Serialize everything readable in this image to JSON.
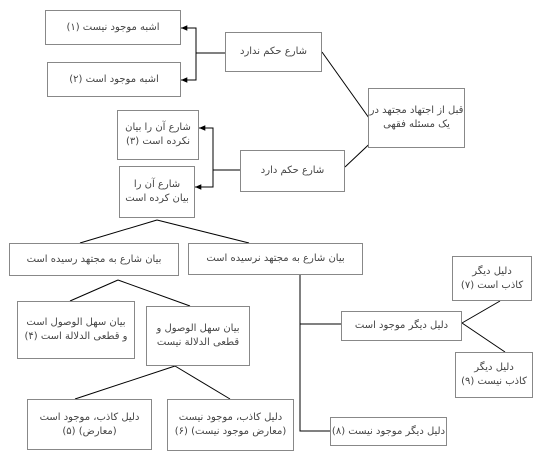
{
  "nodes": {
    "n_root": {
      "lines": [
        "قبل از اجتهاد مجتهد در",
        "یک مسئله فقهی"
      ]
    },
    "n_nohokm": {
      "lines": [
        "شارع حکم ندارد"
      ]
    },
    "n_hokm": {
      "lines": [
        "شارع حکم دارد"
      ]
    },
    "n_1": {
      "lines": [
        "اشبه موجود نیست (۱)"
      ]
    },
    "n_2": {
      "lines": [
        "اشبه موجود است (۲)"
      ]
    },
    "n_3": {
      "lines": [
        "شارع آن را بیان",
        "نکرده است (۳)"
      ]
    },
    "n_bayan": {
      "lines": [
        "شارع آن را",
        "بیان کرده است"
      ]
    },
    "n_rasideh": {
      "lines": [
        "بیان شارع به مجتهد رسیده است"
      ]
    },
    "n_narasideh": {
      "lines": [
        "بیان شارع به مجتهد نرسیده است"
      ]
    },
    "n_4": {
      "lines": [
        "بیان سهل الوصول است",
        "و قطعی الدلالة است (۴)"
      ]
    },
    "n_notsahl": {
      "lines": [
        "بیان سهل الوصول و",
        "قطعی الدلالة نیست"
      ]
    },
    "n_5": {
      "lines": [
        "دلیل کاذب، موجود است",
        "(معارض) (۵)"
      ]
    },
    "n_6": {
      "lines": [
        "دلیل کاذب، موجود نیست",
        "(معارض موجود نیست) (۶)"
      ]
    },
    "n_other": {
      "lines": [
        "دلیل دیگر موجود است"
      ]
    },
    "n_7": {
      "lines": [
        "دلیل دیگر",
        "کاذب است (۷)"
      ]
    },
    "n_9": {
      "lines": [
        "دلیل دیگر",
        "کاذب نیست (۹)"
      ]
    },
    "n_8": {
      "lines": [
        "دلیل دیگر موجود نیست (۸)"
      ]
    }
  }
}
